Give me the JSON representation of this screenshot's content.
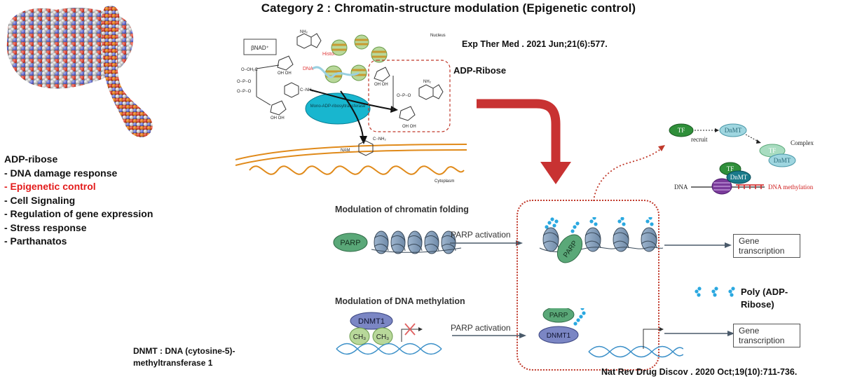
{
  "header": {
    "title": "Category 2 : Chromatin-structure modulation (Epigenetic control)"
  },
  "sidebar": {
    "heading": "ADP-ribose",
    "items": [
      "- DNA damage response",
      "- Epigenetic control",
      "- Cell Signaling",
      "- Regulation of gene expression",
      "- Stress response",
      "- Parthanatos"
    ]
  },
  "references": {
    "top": "Exp Ther Med . 2021 Jun;21(6):577.",
    "bottom": "Nat Rev Drug Discov . 2020 Oct;19(10):711-736."
  },
  "mechanism_figure": {
    "nad_label": "βNAD⁺",
    "nucleus_label": "Nucleus",
    "histones_label": "Histones",
    "dna_label": "DNA",
    "enzyme_label": "Mono-ADP-ribosyltransferase",
    "nam_label": "NAM",
    "cytoplasm_label": "Cytoplasm",
    "adp_ribose_label": "ADP-Ribose"
  },
  "complex_figure": {
    "tf": "TF",
    "recruit": "recruit",
    "dnmt": "DnMT",
    "complex": "Complex",
    "dna": "DNA",
    "methylation": "DNA methylation"
  },
  "chromatin_section": {
    "heading": "Modulation of chromatin folding",
    "parp": "PARP",
    "activation": "PARP activation",
    "gene_box_line1": "Gene",
    "gene_box_line2": "transcription"
  },
  "methylation_section": {
    "heading": "Modulation of DNA methylation",
    "dnmt1": "DNMT1",
    "ch3": "CH₃",
    "activation": "PARP activation",
    "parp": "PARP",
    "gene_box_line1": "Gene",
    "gene_box_line2": "transcription"
  },
  "legend": {
    "poly_adp_ribose": "Poly (ADP-Ribose)"
  },
  "footnote": {
    "line1": "DNMT : DNA (cytosine-5)-",
    "line2": "methyltransferase 1"
  },
  "colors": {
    "accent_red": "#c83232",
    "highlight_text": "#e31b1b",
    "parp_green": "#5aa878",
    "dnmt_blue": "#7b86c4",
    "par_cyan": "#2aa8e0",
    "dna_blue": "#3a8fc8"
  }
}
